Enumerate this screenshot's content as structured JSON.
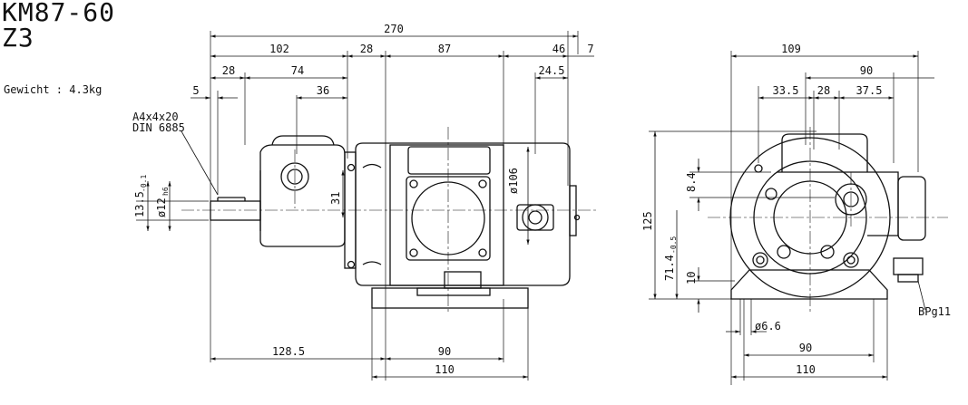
{
  "header": {
    "model": "KM87-60",
    "variant": "Z3",
    "weight_label": "Gewicht : 4.3kg"
  },
  "side_view": {
    "dims": {
      "overall": "270",
      "d102": "102",
      "d28a": "28",
      "d87": "87",
      "d46": "46",
      "d7": "7",
      "d28b": "28",
      "d74": "74",
      "d24_5": "24.5",
      "d5": "5",
      "d36": "36",
      "d31": "31",
      "dia106": "ø106",
      "d128_5": "128.5",
      "d90": "90",
      "d110": "110"
    },
    "key_label_1": "A4x4x20",
    "key_label_2": "DIN 6885",
    "shaft_height": "13.5",
    "shaft_height_tol": "-0.1",
    "shaft_dia": "ø12",
    "shaft_dia_tol": "h6"
  },
  "end_view": {
    "dims": {
      "d109": "109",
      "d90top": "90",
      "d33_5": "33.5",
      "d28": "28",
      "d37_5": "37.5",
      "d125": "125",
      "d8_4": "8.4",
      "d71_4": "71.4",
      "d71_4_tol": "-0.5",
      "d10": "10",
      "dia6_6": "ø6.6",
      "d90bot": "90",
      "d110bot": "110"
    },
    "gland_label": "BPg11"
  }
}
